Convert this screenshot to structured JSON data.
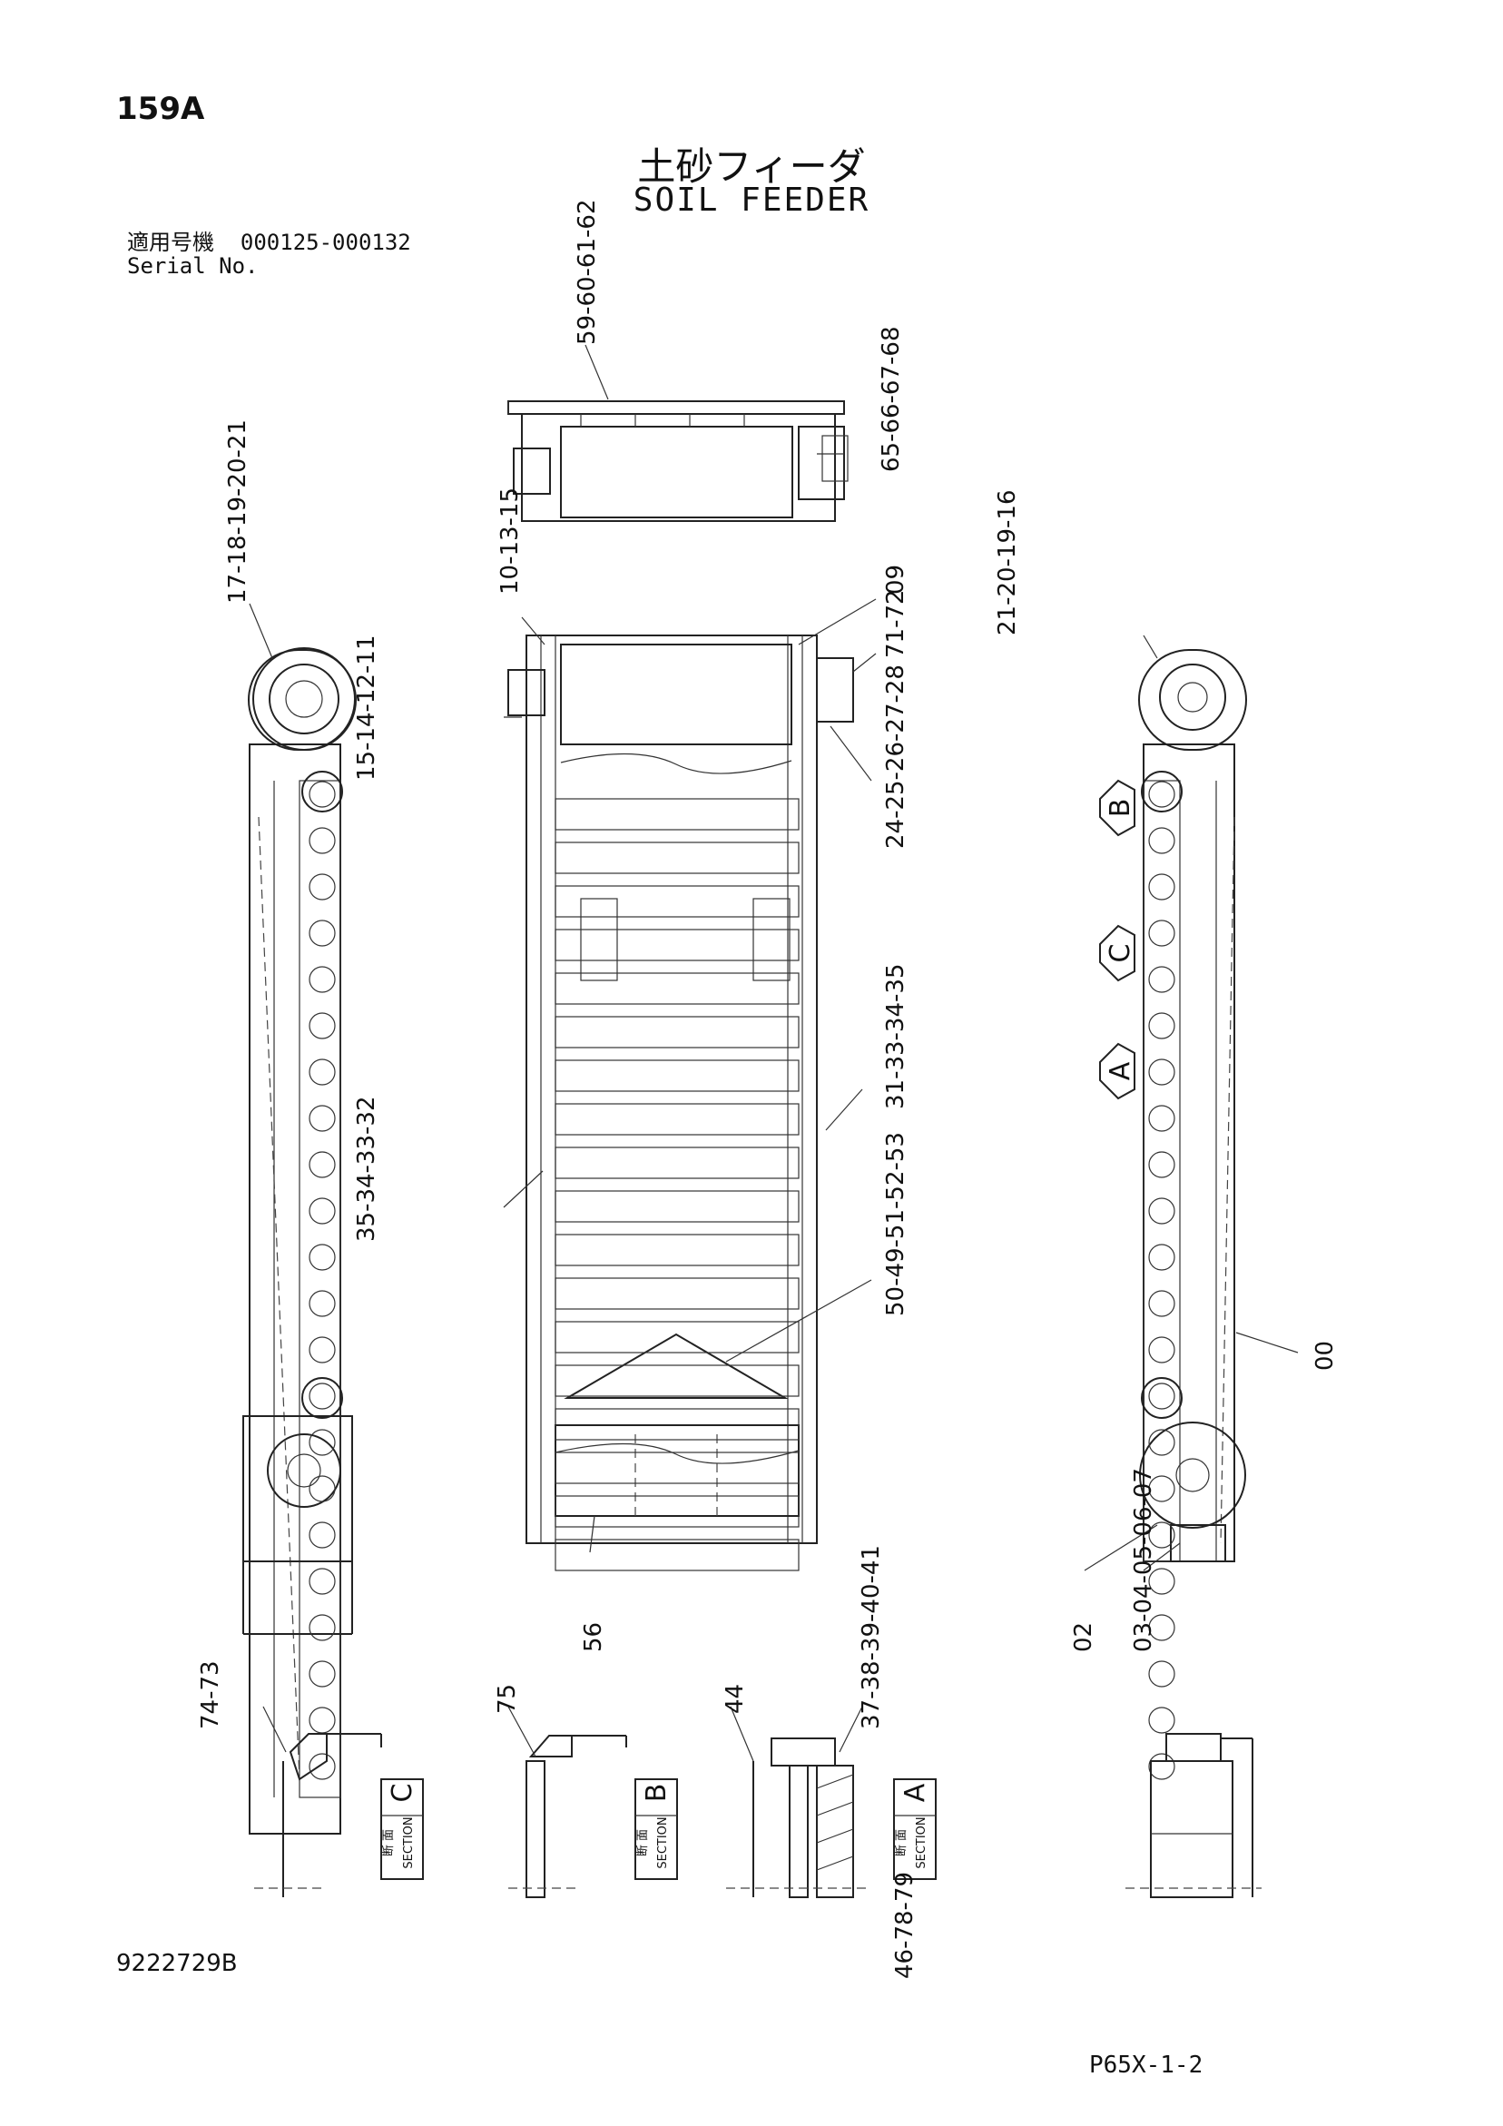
{
  "header": {
    "page_number": "159A",
    "title_jp": "土砂フィーダ",
    "title_en": "SOIL FEEDER",
    "serial_label_jp": "適用号機",
    "serial_range": "000125-000132",
    "serial_label_en": "Serial No."
  },
  "callouts": {
    "top_view_a": "59-60-61-62",
    "top_view_b": "65-66-67-68",
    "left_top": "17-18-19-20-21",
    "left_mid": "15-14-12-11",
    "left_low": "35-34-33-32",
    "center_top": "10-13-15",
    "center_09": "09",
    "center_71": "71-72",
    "center_24": "24-25-26-27-28",
    "center_31": "31-33-34-35",
    "center_50": "50-49-51-52-53",
    "center_56": "56",
    "right_top": "21-20-19-16",
    "right_00": "00",
    "right_02": "02",
    "right_03": "03-04-05-06-07",
    "sec_c_nums": "74-73",
    "sec_b_num": "75",
    "sec_a_44": "44",
    "sec_a_top": "37-38-39-40-41",
    "sec_a_bottom": "46-78-79"
  },
  "section_markers": [
    "B",
    "C",
    "A"
  ],
  "sections": [
    {
      "letter": "C",
      "label_jp": "断 面",
      "label_en": "SECTION"
    },
    {
      "letter": "B",
      "label_jp": "断 面",
      "label_en": "SECTION"
    },
    {
      "letter": "A",
      "label_jp": "断 面",
      "label_en": "SECTION"
    }
  ],
  "footer": {
    "doc_number": "9222729B",
    "page_code": "P65X-1-2"
  }
}
